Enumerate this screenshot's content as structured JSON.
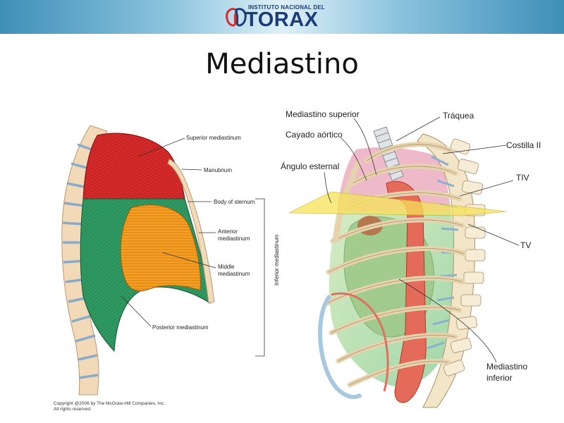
{
  "header": {
    "logo_top": "INSTITUTO NACIONAL DEL",
    "logo_main": "TORAX"
  },
  "slide": {
    "title": "Mediastino"
  },
  "left_figure": {
    "labels": {
      "superior": "Superior mediastinum",
      "manubrium": "Manubrium",
      "body_of_sternum": "Body of sternum",
      "anterior_1": "Anterior",
      "anterior_2": "mediastinum",
      "middle_1": "Middle",
      "middle_2": "mediastinum",
      "posterior": "Posterior mediastinum",
      "inferior": "Inferior mediastinum"
    },
    "copyright_1": "Copyright @2006 by The McGraw-Hill Companies, Inc.",
    "copyright_2": "All rights reserved.",
    "colors": {
      "superior": "#d42a2a",
      "anterior": "#2e9a62",
      "middle": "#f4a024",
      "posterior": "#2e9a62",
      "bone": "#f2d9b8",
      "disc": "#bfd6ea"
    }
  },
  "right_figure": {
    "labels": {
      "mediastino_superior": "Mediastino superior",
      "traquea": "Tráquea",
      "cayado_aortico": "Cayado aórtico",
      "costilla_ii": "Costilla II",
      "angulo_esternal": "Ángulo esternal",
      "tiv": "TIV",
      "tv": "TV",
      "mediastino_inferior_1": "Mediastino",
      "mediastino_inferior_2": "inferior"
    }
  }
}
